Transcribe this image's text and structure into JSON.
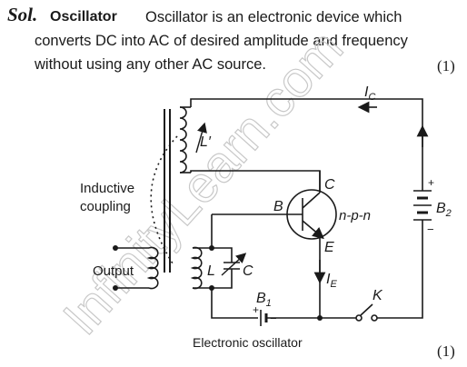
{
  "solution": {
    "prefix": "Sol.",
    "heading": "Oscillator",
    "line1": "Oscillator is an electronic device which",
    "line2": "converts DC into AC of desired amplitude and frequency",
    "line3": "without using any other AC source.",
    "mark1": "(1)",
    "mark2": "(1)"
  },
  "diagram": {
    "caption": "Electronic oscillator",
    "inductive_label_1": "Inductive",
    "inductive_label_2": "coupling",
    "output_label": "Output",
    "coil_label_main": "L",
    "coil_prime_label": "L′",
    "cap_label": "C",
    "collector_label": "C",
    "base_label": "B",
    "emitter_label": "E",
    "transistor_type": "n-p-n",
    "battery2_label": "B",
    "battery2_sub": "2",
    "battery1_label": "B",
    "battery1_sub": "1",
    "key_label": "K",
    "ic_label": "I",
    "ic_sub": "C",
    "ie_label": "I",
    "ie_sub": "E",
    "plus_sign": "+",
    "minus_sign": "−"
  },
  "watermark": "InfinityLearn.com"
}
